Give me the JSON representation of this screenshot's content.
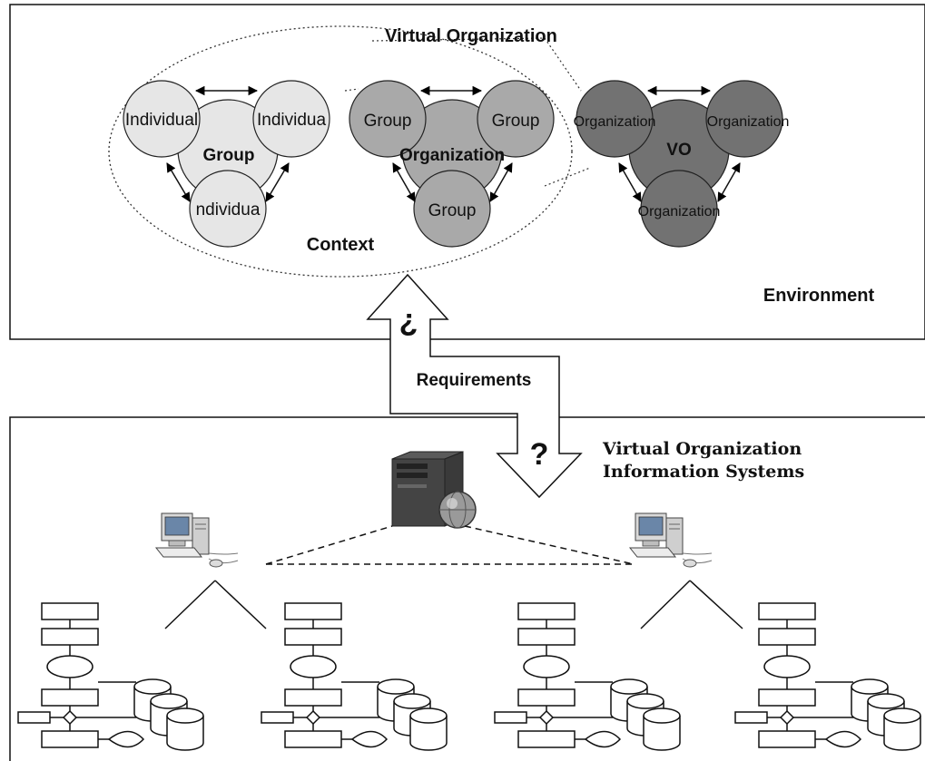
{
  "environment": {
    "label": "Environment",
    "virtual_organization_label": "Virtual Organization",
    "context_label": "Context"
  },
  "group_cluster": {
    "members": [
      "Individual",
      "Individua",
      "ndividua"
    ],
    "center": "Group"
  },
  "organization_cluster": {
    "members": [
      "Group",
      "Group",
      "Group"
    ],
    "center": "Organization"
  },
  "vo_cluster": {
    "members": [
      "Organization",
      "Organization",
      "Organization"
    ],
    "center": "VO"
  },
  "arrow": {
    "top_symbol": "¿",
    "label": "Requirements",
    "bottom_symbol": "?"
  },
  "systems": {
    "label_line1": "Virtual Organization",
    "label_line2": "Information Systems"
  },
  "icons": [
    "server-icon",
    "globe-icon",
    "workstation-icon",
    "flowchart-icon",
    "database-icon"
  ]
}
